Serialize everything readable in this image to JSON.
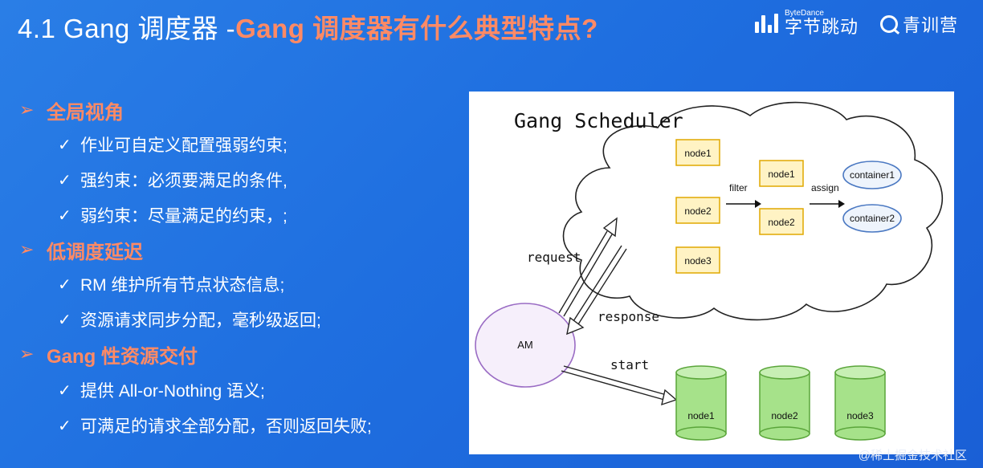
{
  "header": {
    "title_prefix": "4.1 Gang 调度器 - ",
    "title_accent": "Gang 调度器有什么典型特点?",
    "brand_bytedance_small": "ByteDance",
    "brand_bytedance_main": "字节跳动",
    "brand_qxy": "青训营"
  },
  "sections": [
    {
      "heading": "全局视角",
      "items": [
        "作业可自定义配置强弱约束;",
        "强约束：必须要满足的条件,",
        "弱约束：尽量满足的约束，;"
      ]
    },
    {
      "heading": "低调度延迟",
      "items": [
        "RM 维护所有节点状态信息;",
        "资源请求同步分配，毫秒级返回;"
      ]
    },
    {
      "heading": "Gang 性资源交付",
      "items": [
        "提供 All-or-Nothing 语义;",
        "可满足的请求全部分配，否则返回失败;"
      ]
    }
  ],
  "diagram": {
    "title": "Gang Scheduler",
    "nodes_left": [
      "node1",
      "node2",
      "node3"
    ],
    "filter_label": "filter",
    "nodes_filtered": [
      "node1",
      "node2"
    ],
    "assign_label": "assign",
    "containers": [
      "container1",
      "container2"
    ],
    "am_label": "AM",
    "request_label": "request",
    "response_label": "response",
    "start_label": "start",
    "nodes_bottom": [
      "node1",
      "node2",
      "node3"
    ],
    "colors": {
      "node_fill": "#fff3c4",
      "node_stroke": "#e0a800",
      "container_stroke": "#4a78c2",
      "am_stroke": "#9a6cc4",
      "cyl_fill": "#a6e28a",
      "cyl_stroke": "#5aa53a"
    }
  },
  "watermark": "@稀土掘金技术社区"
}
